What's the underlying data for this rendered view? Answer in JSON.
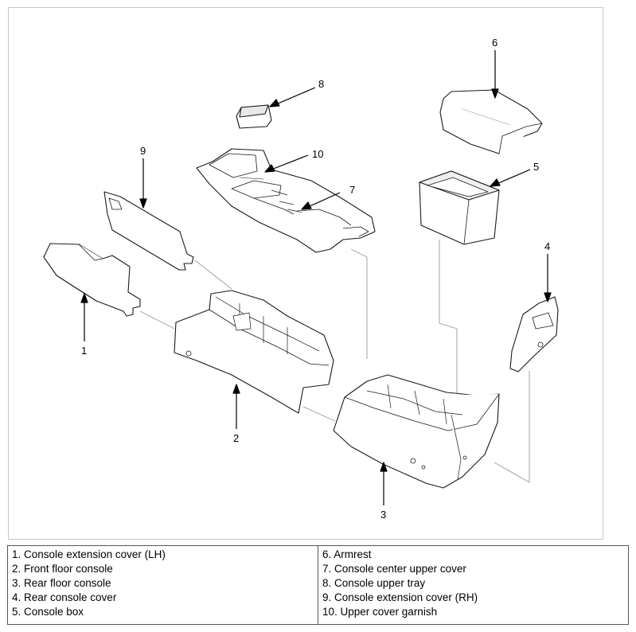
{
  "callouts": [
    "1",
    "2",
    "3",
    "4",
    "5",
    "6",
    "7",
    "8",
    "9",
    "10"
  ],
  "legend": {
    "left": [
      "1. Console extension cover (LH)",
      "2. Front floor console",
      "3. Rear floor console",
      "4. Rear console cover",
      "5. Console box"
    ],
    "right": [
      "6. Armrest",
      "7. Console center upper cover",
      "8. Console upper tray",
      "9. Console extension cover (RH)",
      "10. Upper cover garnish"
    ]
  }
}
